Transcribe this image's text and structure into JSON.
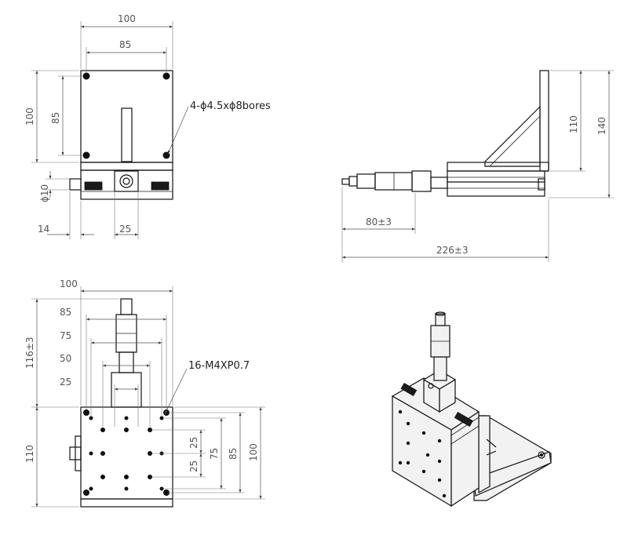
{
  "front_view": {
    "dim_width_100": "100",
    "dim_hole_85": "85",
    "dim_height_100": "100",
    "dim_hole_height_85": "85",
    "dim_knob_dia": "ϕ10",
    "dim_offset_14": "14",
    "dim_center_25": "25",
    "note_bores": "4-ϕ4.5xϕ8bores"
  },
  "side_view": {
    "dim_110": "110",
    "dim_140": "140",
    "dim_80": "80±3",
    "dim_226": "226±3"
  },
  "top_view": {
    "dim_100": "100",
    "dim_85": "85",
    "dim_75": "75",
    "dim_50": "50",
    "dim_25": "25",
    "dim_116": "116±3",
    "dim_110": "110",
    "dim_r25a": "25",
    "dim_r25b": "25",
    "dim_r75": "75",
    "dim_r85": "85",
    "dim_r100": "100",
    "note_threads": "16-M4XP0.7"
  },
  "iso_view": {}
}
